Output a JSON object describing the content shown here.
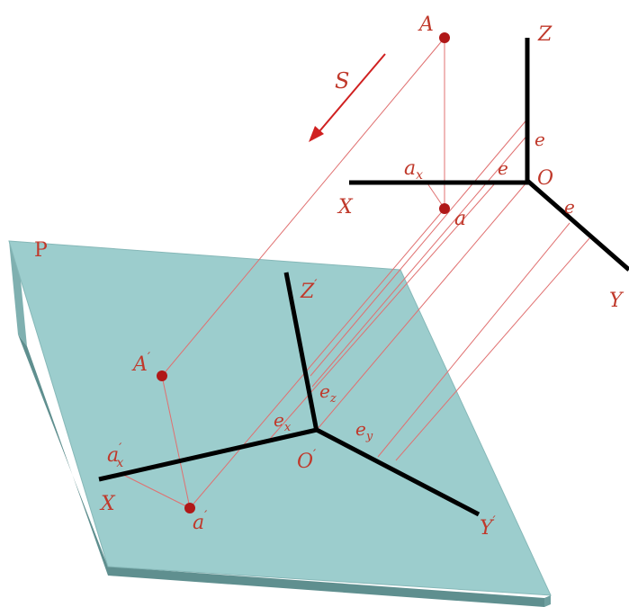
{
  "diagram": {
    "plane": {
      "label": "P",
      "fill": "#9ccdcd",
      "edge": "#7fb0b0",
      "shadow": "#5f8f8f"
    },
    "colors": {
      "projector": "#e07070",
      "point": "#b01818",
      "axis": "#000000",
      "label": "#c0392b",
      "arrow": "#d02020"
    },
    "direction": {
      "label": "S"
    },
    "space_system": {
      "axes": {
        "x": "X",
        "y": "Y",
        "z": "Z"
      },
      "origin": "O",
      "unit_labels": {
        "x": "e",
        "y": "e",
        "z": "e"
      },
      "points": {
        "A": "A",
        "a": "a",
        "ax_main": "a",
        "ax_sub": "x"
      }
    },
    "projection_system": {
      "axes": {
        "x": "X",
        "y": "Y",
        "z": "Z"
      },
      "prime": "′",
      "origin": "O",
      "unit_labels": {
        "ex_main": "e",
        "ex_sub": "x",
        "ey_main": "e",
        "ey_sub": "y",
        "ez_main": "e",
        "ez_sub": "z"
      },
      "points": {
        "A": "A",
        "a": "a",
        "ax_main": "a",
        "ax_sub": "x"
      }
    }
  }
}
